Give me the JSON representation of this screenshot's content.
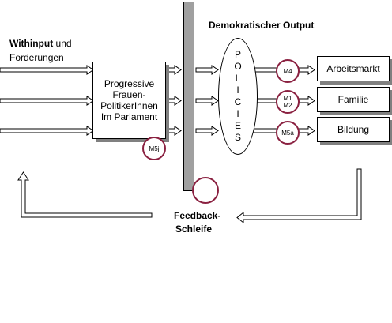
{
  "header": {
    "output_title": "Demokratischer Output"
  },
  "input": {
    "title_bold": "Withinput",
    "title_rest": " und",
    "subtitle": "Forderungen"
  },
  "parliament_box": {
    "line1": "Progressive",
    "line2": "Frauen-",
    "line3": "PolitikerInnen",
    "line4": "Im Parlament"
  },
  "policies": {
    "letters": [
      "P",
      "O",
      "L",
      "I",
      "C",
      "I",
      "E",
      "S"
    ]
  },
  "markers": {
    "m4": "M4",
    "m1m2_line1": "M1",
    "m1m2_line2": "M2",
    "m5a": "M5a",
    "m5j": "M5j"
  },
  "outputs": {
    "items": [
      "Arbeitsmarkt",
      "Familie",
      "Bildung"
    ]
  },
  "feedback": {
    "line1": "Feedback-",
    "line2": "Schleife"
  }
}
